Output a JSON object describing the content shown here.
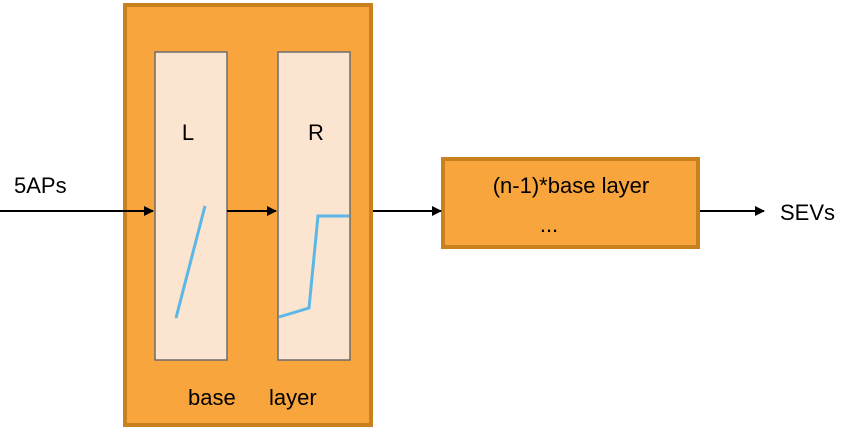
{
  "diagram": {
    "input_label": "5APs",
    "output_label": "SEVs",
    "base_layer": {
      "label_word1": "base",
      "label_word2": "layer",
      "left_panel_label": "L",
      "right_panel_label": "R"
    },
    "stack_block": {
      "title": "(n-1)*base layer",
      "ellipsis": "..."
    },
    "colors": {
      "block_fill": "#f9a53d",
      "block_border": "#c9801f",
      "panel_fill": "#fbe4d0",
      "panel_border": "#6d6d6d",
      "curve": "#5bb8e6",
      "arrow": "#000000"
    }
  }
}
